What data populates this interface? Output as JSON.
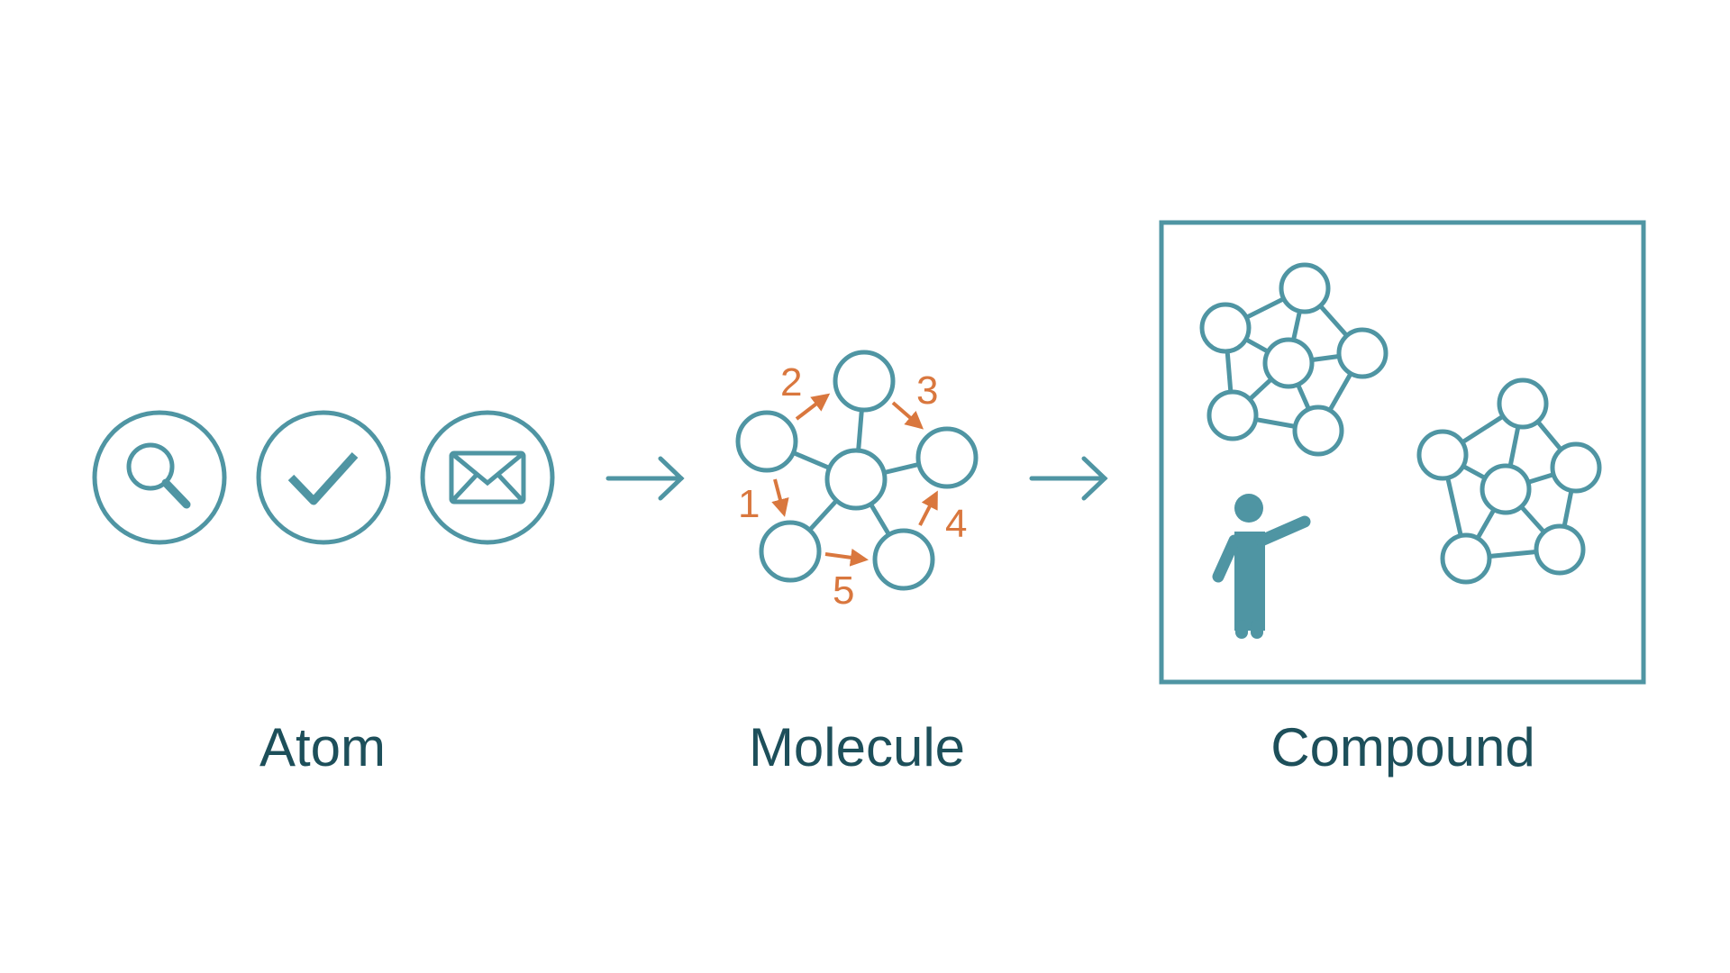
{
  "colors": {
    "primary": "#4f95a3",
    "accent": "#d9773e",
    "text": "#1d4f5a",
    "background": "#ffffff"
  },
  "stages": [
    {
      "label": "Atom",
      "icons": [
        "search-icon",
        "check-icon",
        "mail-icon"
      ]
    },
    {
      "label": "Molecule",
      "step_numbers": [
        "1",
        "2",
        "3",
        "4",
        "5"
      ]
    },
    {
      "label": "Compound",
      "icons": [
        "person-pointing-icon"
      ]
    }
  ]
}
